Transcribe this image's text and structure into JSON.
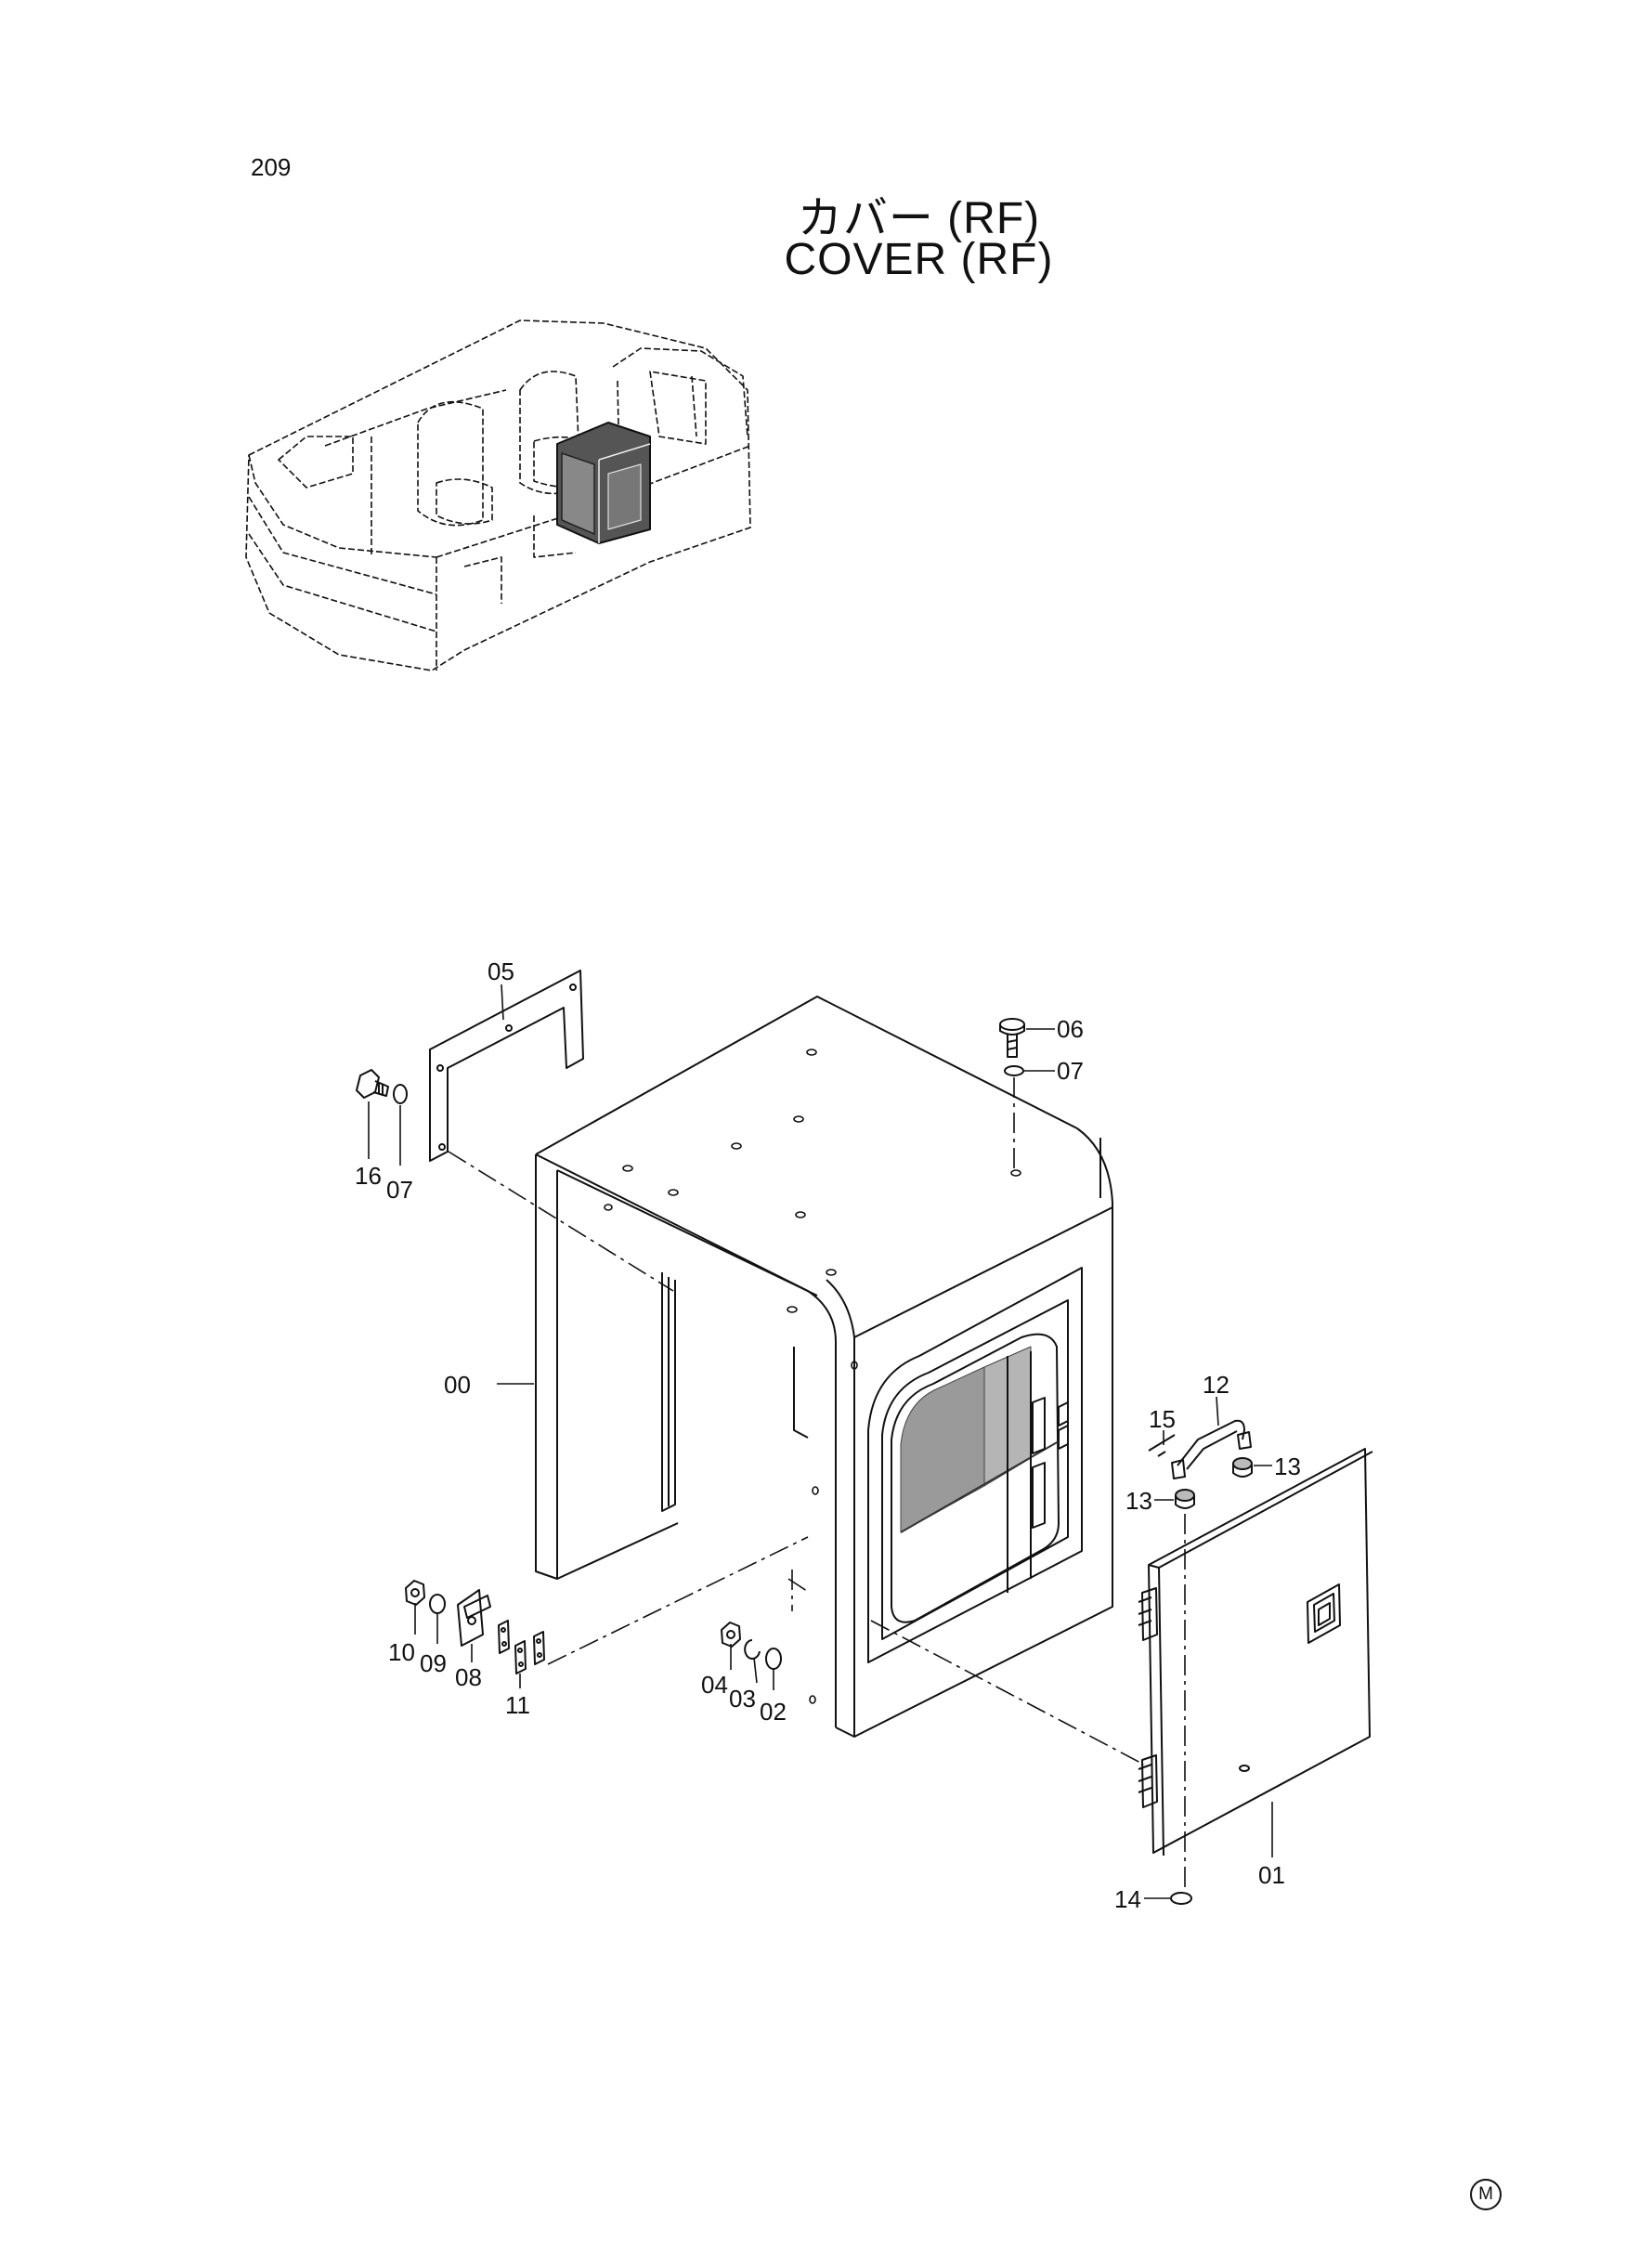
{
  "page": {
    "number": "209"
  },
  "title": {
    "japanese": "カバー (RF)",
    "english": "COVER (RF)"
  },
  "mark": "M",
  "callouts": [
    {
      "label": "05"
    },
    {
      "label": "06"
    },
    {
      "label": "07"
    },
    {
      "label": "16"
    },
    {
      "label": "07"
    },
    {
      "label": "00"
    },
    {
      "label": "12"
    },
    {
      "label": "15"
    },
    {
      "label": "13"
    },
    {
      "label": "13"
    },
    {
      "label": "10"
    },
    {
      "label": "09"
    },
    {
      "label": "08"
    },
    {
      "label": "11"
    },
    {
      "label": "04"
    },
    {
      "label": "03"
    },
    {
      "label": "02"
    },
    {
      "label": "01"
    },
    {
      "label": "14"
    }
  ]
}
